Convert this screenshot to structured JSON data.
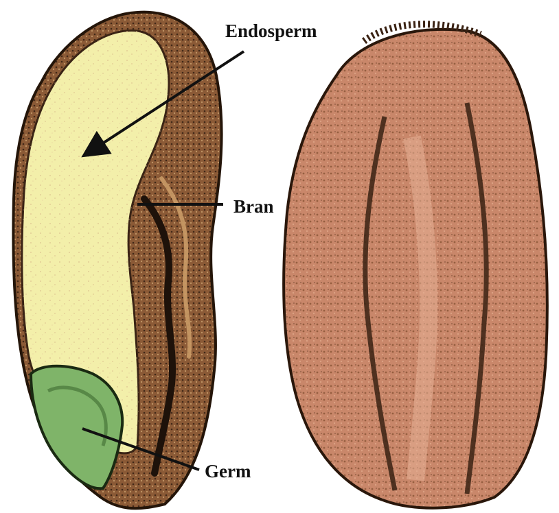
{
  "labels": {
    "endosperm": "Endosperm",
    "bran": "Bran",
    "germ": "Germ"
  },
  "colors": {
    "endosperm": "#f3efaa",
    "bran_outer": "#7a4a2a",
    "bran_dark": "#2e1c12",
    "germ": "#7fb469",
    "whole_grain": "#d4917a",
    "whole_grain_shade": "#8a5536",
    "arrow": "#111111"
  }
}
